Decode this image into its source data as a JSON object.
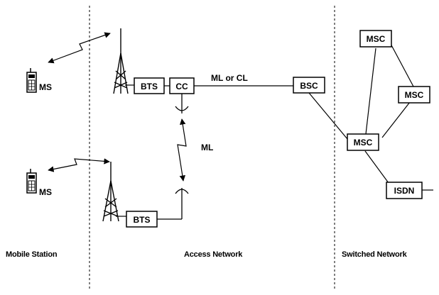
{
  "sections": {
    "mobile_station": "Mobile Station",
    "access_network": "Access Network",
    "switched_network": "Switched Network"
  },
  "nodes": {
    "ms_top": "MS",
    "ms_bottom": "MS",
    "bts_top": "BTS",
    "cc": "CC",
    "bsc": "BSC",
    "bts_bottom": "BTS",
    "msc_top": "MSC",
    "msc_right": "MSC",
    "msc_center": "MSC",
    "isdn": "ISDN"
  },
  "links": {
    "cc_bsc": "ML or CL",
    "microwave": "ML"
  },
  "icons": {
    "mobile_phone": "mobile-phone-icon",
    "antenna_tower": "antenna-tower-icon",
    "radio_link": "radio-link-icon",
    "microwave_dish": "microwave-dish-icon"
  }
}
